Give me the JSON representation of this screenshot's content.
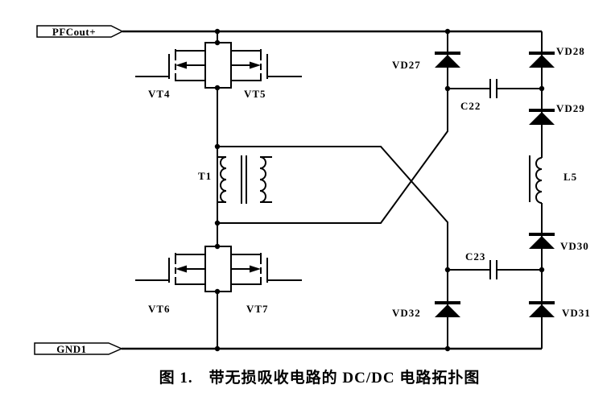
{
  "figure": {
    "caption": "图 1.　带无损吸收电路的 DC/DC 电路拓扑图"
  },
  "ports": {
    "pfc_out": "PFCout+",
    "gnd": "GND1"
  },
  "components": {
    "vt4": "VT4",
    "vt5": "VT5",
    "vt6": "VT6",
    "vt7": "VT7",
    "t1": "T1",
    "vd27": "VD27",
    "vd28": "VD28",
    "vd29": "VD29",
    "vd30": "VD30",
    "vd31": "VD31",
    "vd32": "VD32",
    "c22": "C22",
    "c23": "C23",
    "l5": "L5"
  },
  "colors": {
    "line": "#000000",
    "background": "#ffffff"
  }
}
